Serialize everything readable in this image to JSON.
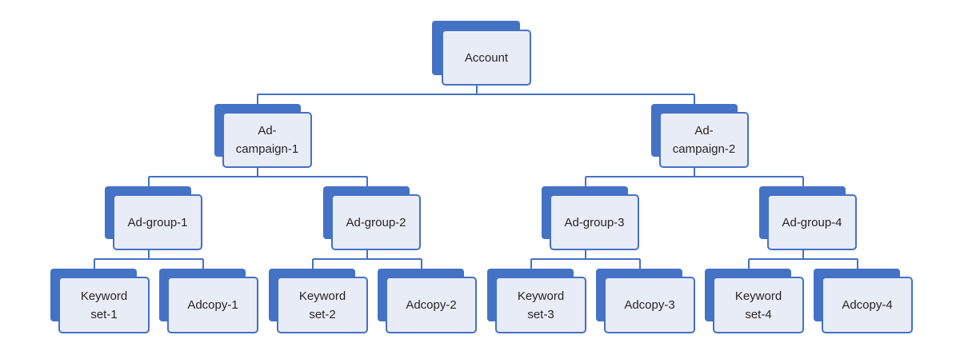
{
  "colors": {
    "accent": "#4472c4",
    "card_fill": "#e8ecf7",
    "text": "#262626"
  },
  "nodes": {
    "account": "Account",
    "campaign_1": "Ad-\ncampaign-1",
    "campaign_2": "Ad-\ncampaign-2",
    "group_1": "Ad-group-1",
    "group_2": "Ad-group-2",
    "group_3": "Ad-group-3",
    "group_4": "Ad-group-4",
    "keyword_1": "Keyword\nset-1",
    "adcopy_1": "Adcopy-1",
    "keyword_2": "Keyword\nset-2",
    "adcopy_2": "Adcopy-2",
    "keyword_3": "Keyword\nset-3",
    "adcopy_3": "Adcopy-3",
    "keyword_4": "Keyword\nset-4",
    "adcopy_4": "Adcopy-4"
  }
}
